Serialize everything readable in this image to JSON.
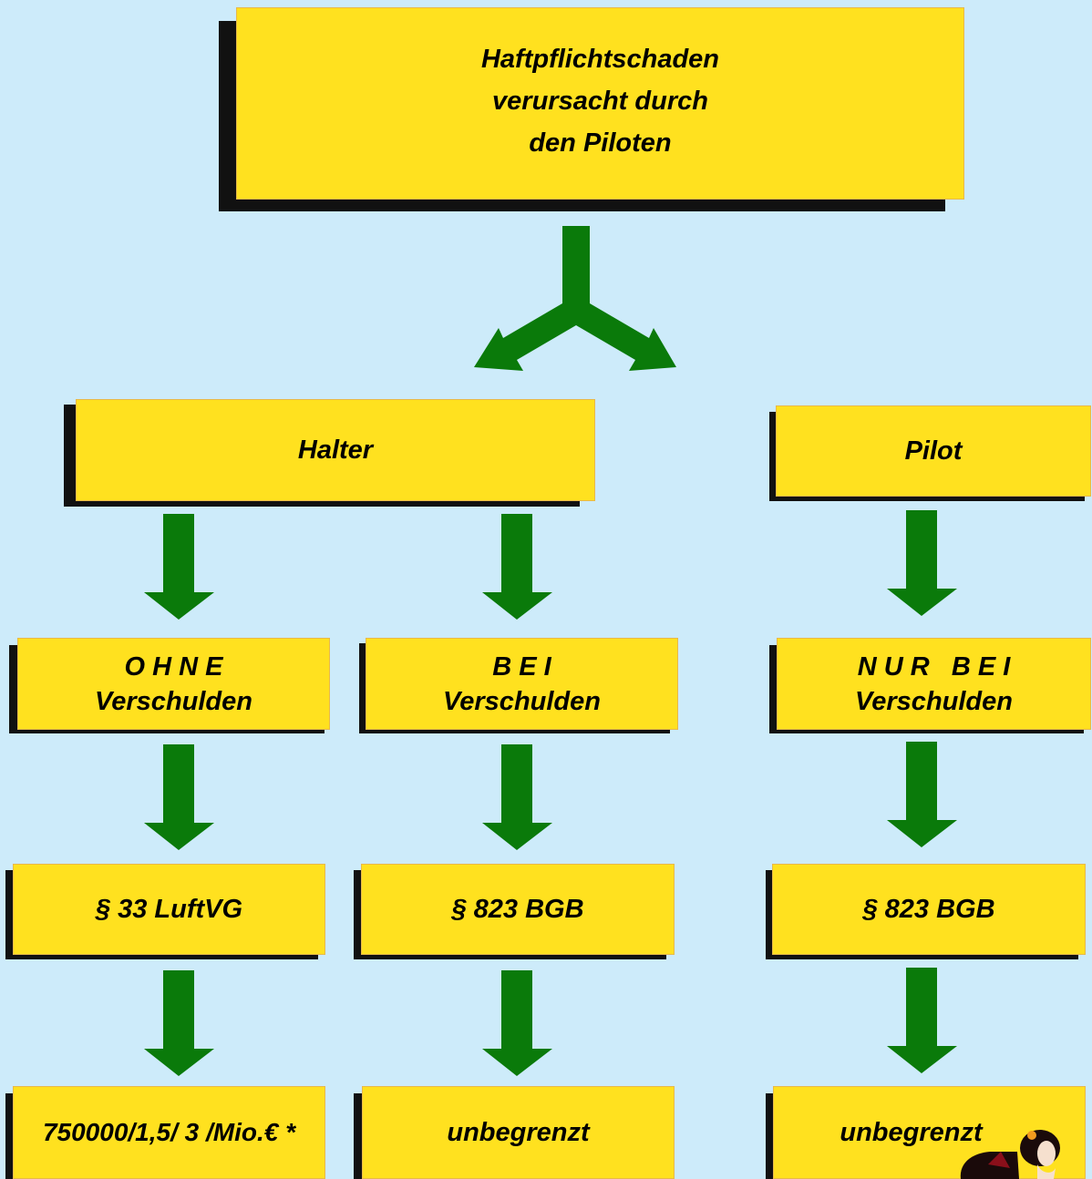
{
  "colors": {
    "background": "#CDEBFA",
    "box_fill": "#FFE11F",
    "box_border": "#E8B84A",
    "shadow": "#111111",
    "arrow": "#0A7A0A"
  },
  "top": {
    "line1": "Haftpflichtschaden",
    "line2": "verursacht durch",
    "line3": "den Piloten"
  },
  "halter": {
    "label": "Halter"
  },
  "pilot": {
    "label": "Pilot"
  },
  "ohne": {
    "line1": "O H N E",
    "line2": "Verschulden"
  },
  "bei": {
    "line1": "B E I",
    "line2": "Verschulden"
  },
  "nurbei": {
    "line1": "N U R   B E I",
    "line2": "Verschulden"
  },
  "law": {
    "luftvg": "§ 33 LuftVG",
    "bgb_halter": "§ 823 BGB",
    "bgb_pilot": "§ 823 BGB"
  },
  "limit": {
    "ohne": "750000/1,5/ 3 /Mio.€ *",
    "bei": "unbegrenzt",
    "pilot": "unbegrenzt"
  },
  "icons": {
    "split_arrow": "split-arrow-icon",
    "down_arrow": "down-arrow-icon",
    "mascot": "mascot-figure"
  }
}
